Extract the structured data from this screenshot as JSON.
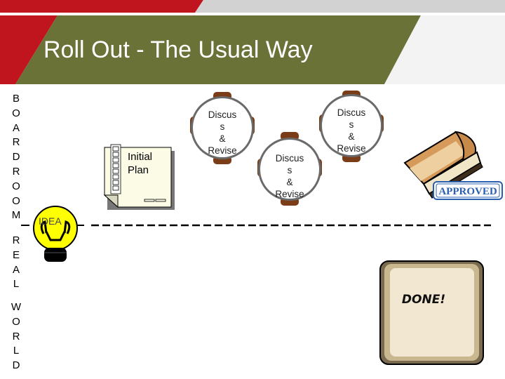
{
  "slide": {
    "title": "Roll Out - The Usual Way",
    "accent_color": "#6b7237",
    "brand_color": "#c0141e"
  },
  "sidebar": {
    "boardroom_letters": [
      "B",
      "O",
      "A",
      "R",
      "D",
      "R",
      "O",
      "O",
      "M"
    ],
    "real_letters": [
      "R",
      "E",
      "A",
      "L"
    ],
    "world_letters": [
      "W",
      "O",
      "R",
      "L",
      "D"
    ]
  },
  "diagram": {
    "idea_label": "IDEA",
    "plan_label": "Initial Plan",
    "discuss_nodes": [
      {
        "lines": [
          "Discus",
          "s",
          "&",
          "Revise"
        ]
      },
      {
        "lines": [
          "Discus",
          "s",
          "&",
          "Revise"
        ]
      },
      {
        "lines": [
          "Discus",
          "s",
          "&",
          "Revise"
        ]
      }
    ],
    "approved_label": "APPROVED",
    "done_label": "DONE!"
  },
  "icons": [
    "lightbulb-icon",
    "document-icon",
    "meeting-table-icon",
    "rubber-stamp-icon",
    "keyboard-key-icon"
  ]
}
